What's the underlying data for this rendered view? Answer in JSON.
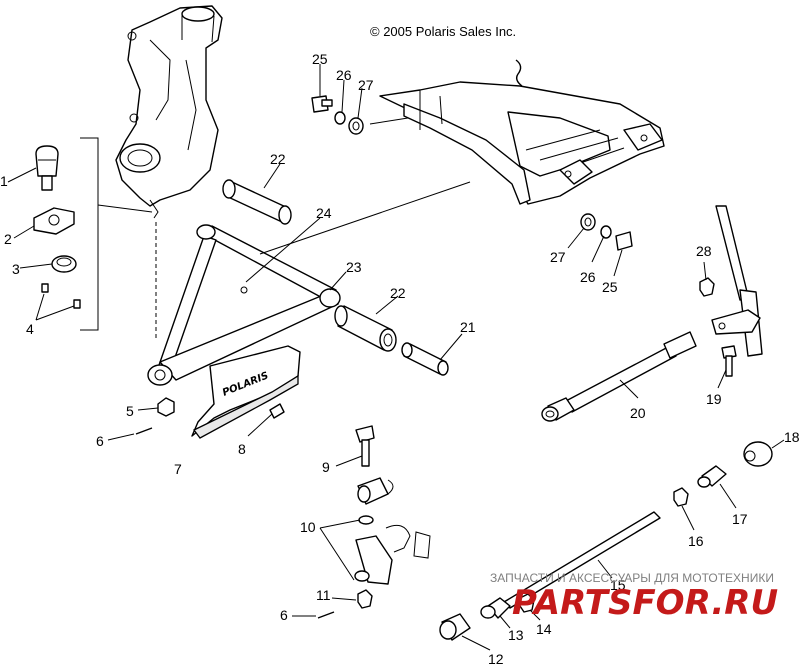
{
  "copyright": "© 2005 Polaris Sales Inc.",
  "watermark": {
    "caption": "ЗАПЧАСТИ И АКСЕССУАРЫ ДЛЯ МОТОТЕХНИКИ",
    "logo": "PARTSFOR.RU",
    "logo_color": "#c41a1a"
  },
  "guard_brand": "POLARIS",
  "callouts": [
    {
      "id": "c1",
      "text": "1"
    },
    {
      "id": "c2",
      "text": "2"
    },
    {
      "id": "c3",
      "text": "3"
    },
    {
      "id": "c4",
      "text": "4"
    },
    {
      "id": "c5",
      "text": "5"
    },
    {
      "id": "c6a",
      "text": "6"
    },
    {
      "id": "c6b",
      "text": "6"
    },
    {
      "id": "c7",
      "text": "7"
    },
    {
      "id": "c8",
      "text": "8"
    },
    {
      "id": "c9",
      "text": "9"
    },
    {
      "id": "c10",
      "text": "10"
    },
    {
      "id": "c11",
      "text": "11"
    },
    {
      "id": "c12",
      "text": "12"
    },
    {
      "id": "c13",
      "text": "13"
    },
    {
      "id": "c14",
      "text": "14"
    },
    {
      "id": "c15",
      "text": "15"
    },
    {
      "id": "c16",
      "text": "16"
    },
    {
      "id": "c17",
      "text": "17"
    },
    {
      "id": "c18",
      "text": "18"
    },
    {
      "id": "c19",
      "text": "19"
    },
    {
      "id": "c20",
      "text": "20"
    },
    {
      "id": "c21",
      "text": "21"
    },
    {
      "id": "c22a",
      "text": "22"
    },
    {
      "id": "c22b",
      "text": "22"
    },
    {
      "id": "c23",
      "text": "23"
    },
    {
      "id": "c24",
      "text": "24"
    },
    {
      "id": "c25a",
      "text": "25"
    },
    {
      "id": "c25b",
      "text": "25"
    },
    {
      "id": "c26a",
      "text": "26"
    },
    {
      "id": "c26b",
      "text": "26"
    },
    {
      "id": "c27a",
      "text": "27"
    },
    {
      "id": "c27b",
      "text": "27"
    },
    {
      "id": "c28",
      "text": "28"
    }
  ]
}
